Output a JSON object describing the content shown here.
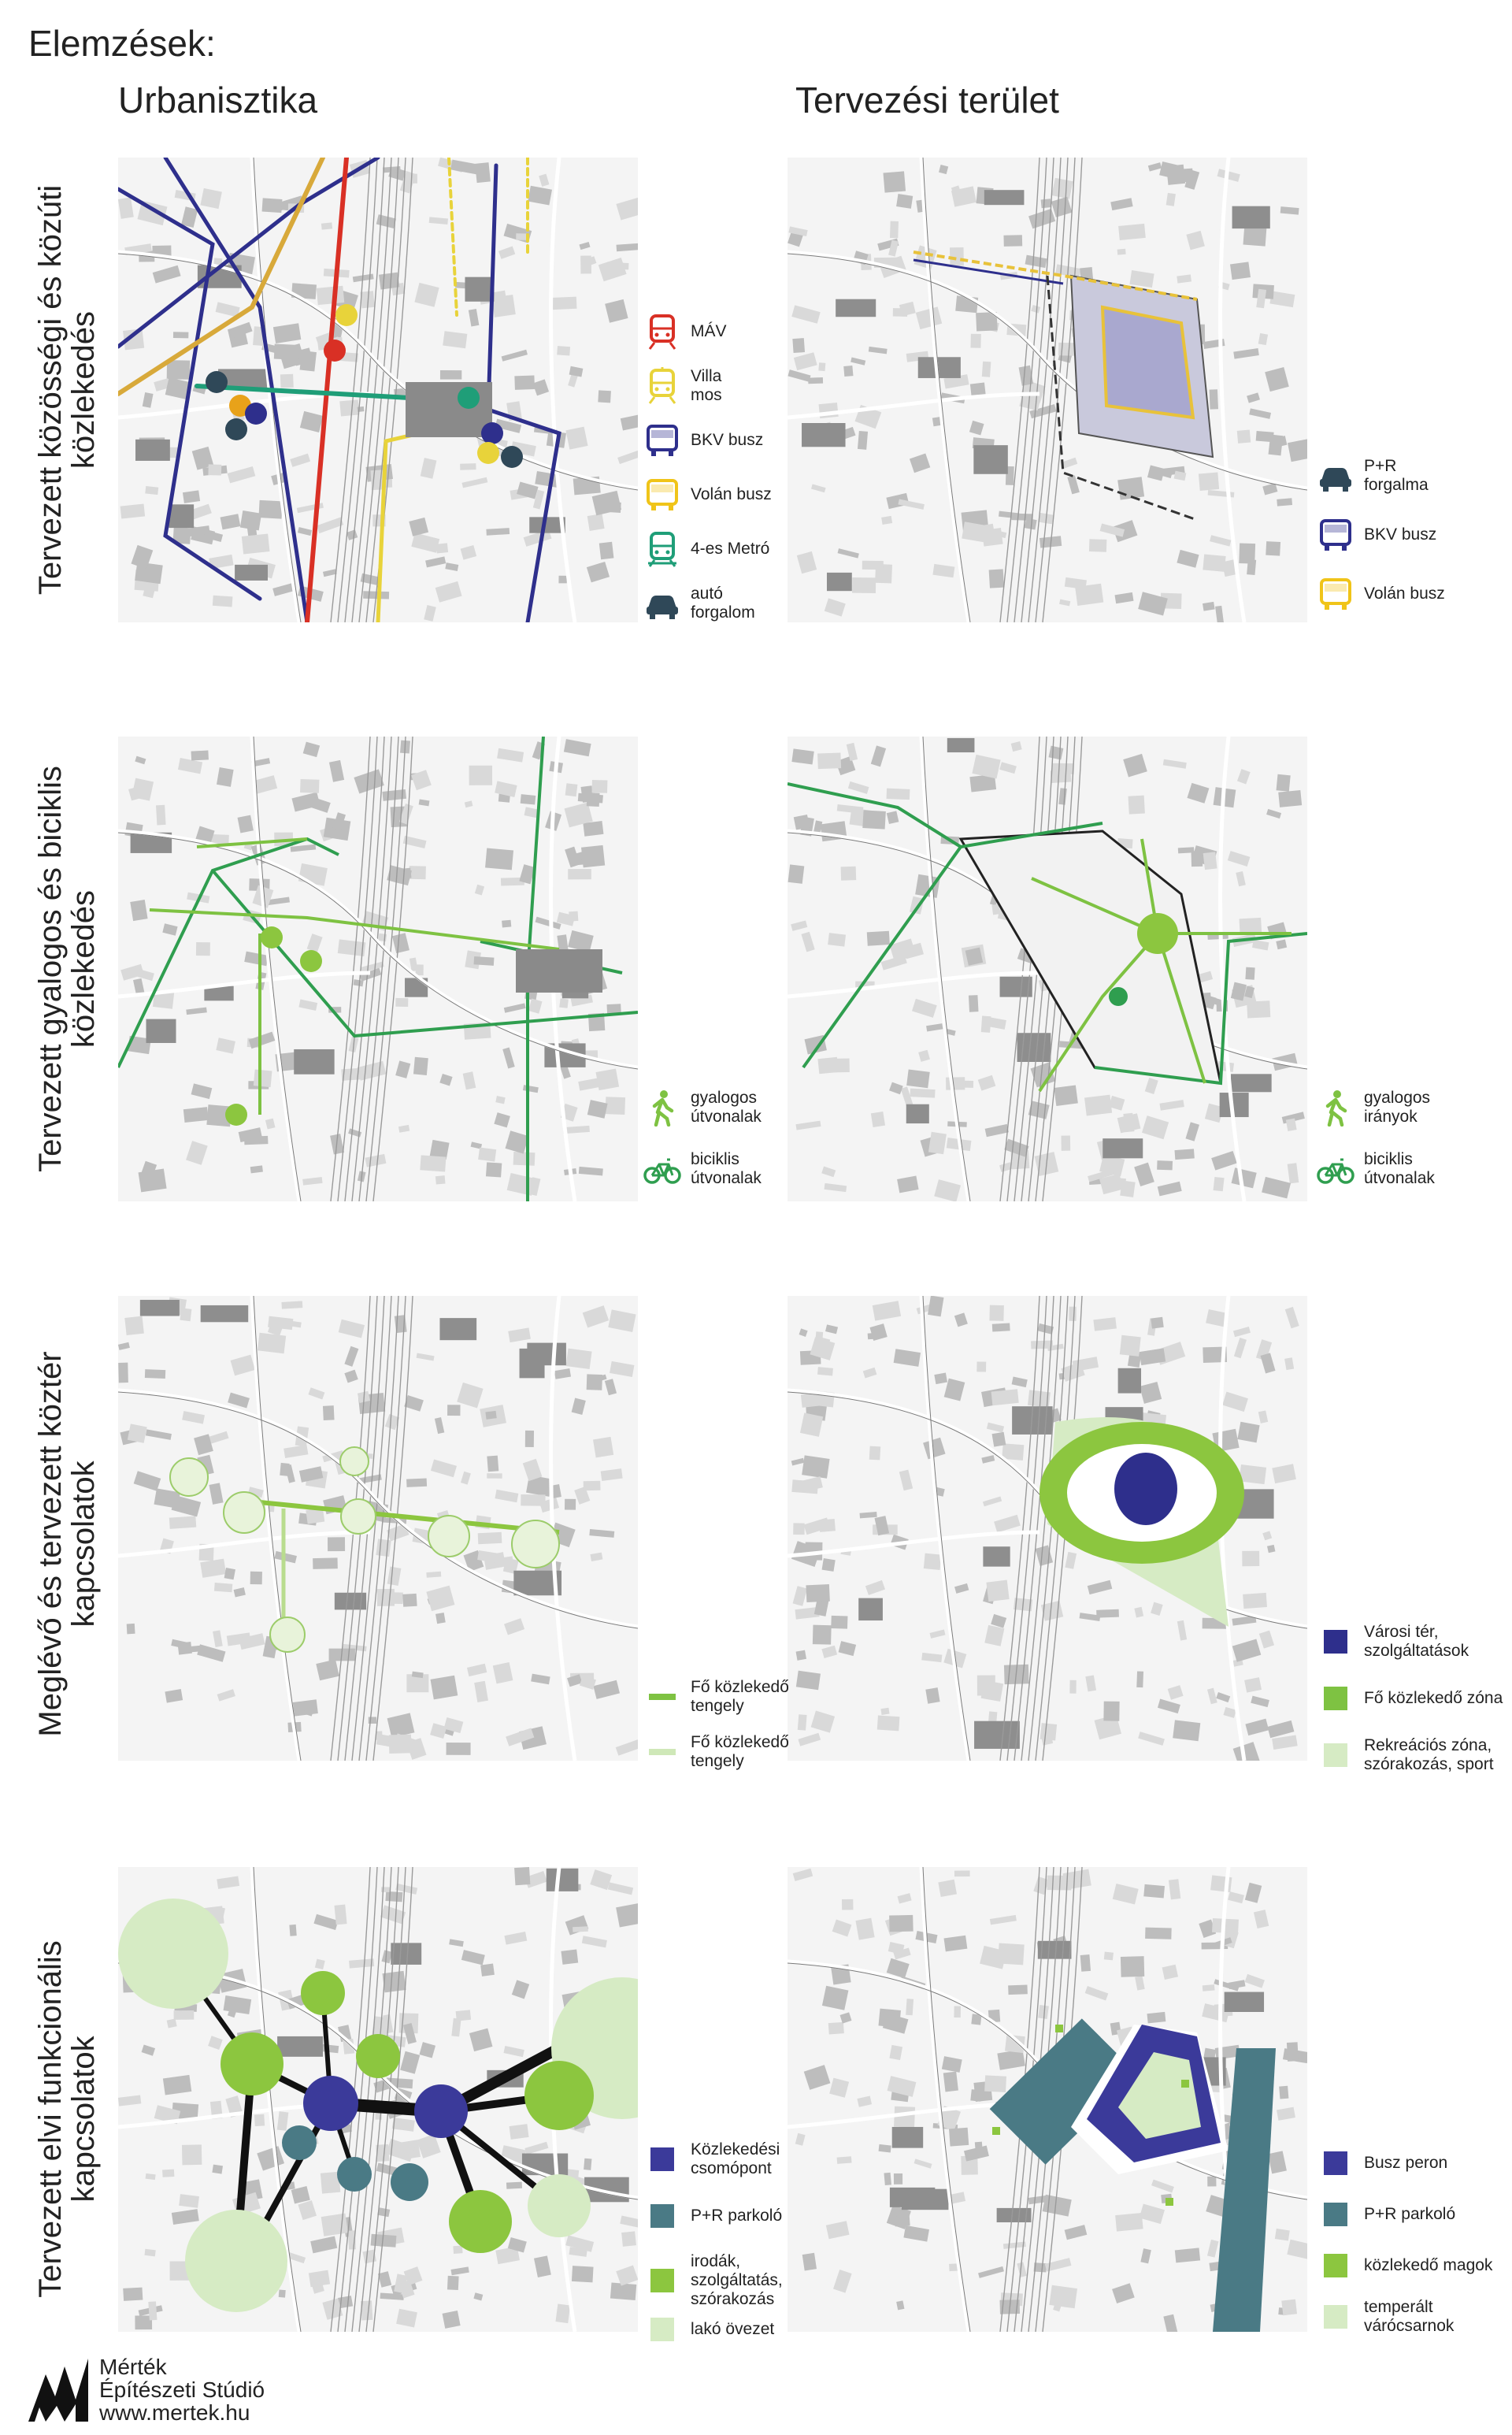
{
  "page_title": "Elemzések:",
  "columns": {
    "left": "Urbanisztika",
    "right": "Tervezési terület"
  },
  "rows": [
    {
      "label_line1": "Tervezett közösségi és közúti",
      "label_line2": "közlekedés"
    },
    {
      "label_line1": "Tervezett gyalogos és biciklis",
      "label_line2": "közlekedés"
    },
    {
      "label_line1": "Meglévő és tervezett köztér",
      "label_line2": "kapcsolatok"
    },
    {
      "label_line1": "Tervezett elvi funkcionális",
      "label_line2": "kapcsolatok"
    }
  ],
  "legends": {
    "row1_left": [
      {
        "icon": "train-icon",
        "color": "#d93025",
        "text": "MÁV"
      },
      {
        "icon": "tram-icon",
        "color": "#e8d33a",
        "text": "Villa\nmos"
      },
      {
        "icon": "bus-icon",
        "color": "#2e2f8c",
        "text": "BKV busz"
      },
      {
        "icon": "bus-icon",
        "color": "#f0c419",
        "text": "Volán busz"
      },
      {
        "icon": "metro-icon",
        "color": "#1f9e78",
        "text": "4-es Metró"
      },
      {
        "icon": "car-icon",
        "color": "#2f4858",
        "text": "autó\nforgalom"
      }
    ],
    "row1_right": [
      {
        "icon": "car-icon",
        "color": "#2f4858",
        "text": "P+R\nforgalma"
      },
      {
        "icon": "bus-icon",
        "color": "#2e2f8c",
        "text": "BKV busz"
      },
      {
        "icon": "bus-icon",
        "color": "#f0c419",
        "text": "Volán busz"
      }
    ],
    "row2_left": [
      {
        "icon": "pedestrian-icon",
        "color": "#7ec242",
        "text": "gyalogos\nútvonalak"
      },
      {
        "icon": "bicycle-icon",
        "color": "#2f9e4f",
        "text": "biciklis\nútvonalak"
      }
    ],
    "row2_right": [
      {
        "icon": "pedestrian-icon",
        "color": "#7ec242",
        "text": "gyalogos\nirányok"
      },
      {
        "icon": "bicycle-icon",
        "color": "#2f9e4f",
        "text": "biciklis\nútvonalak"
      }
    ],
    "row3_left": [
      {
        "icon": "axis-line",
        "color": "#7ec242",
        "text": "Fő közlekedő\ntengely"
      },
      {
        "icon": "axis-line",
        "color": "#cfe8b8",
        "text": "Fő közlekedő\ntengely"
      }
    ],
    "row3_right": [
      {
        "icon": "swatch",
        "color": "#2e2f8c",
        "text": "Városi tér,\nszolgáltatások"
      },
      {
        "icon": "swatch",
        "color": "#7ec242",
        "text": "Fő közlekedő zóna"
      },
      {
        "icon": "swatch",
        "color": "#d6ebc4",
        "text": "Rekreációs zóna,\nszórakozás, sport"
      }
    ],
    "row4_left": [
      {
        "icon": "swatch",
        "color": "#3b3a9a",
        "text": "Közlekedési\ncsomópont"
      },
      {
        "icon": "swatch",
        "color": "#4a7a85",
        "text": "P+R parkoló"
      },
      {
        "icon": "swatch",
        "color": "#8cc63f",
        "text": "irodák,\nszolgáltatás,\nszórakozás"
      },
      {
        "icon": "swatch",
        "color": "#d6ebc4",
        "text": "lakó övezet"
      }
    ],
    "row4_right": [
      {
        "icon": "swatch",
        "color": "#3b3a9a",
        "text": "Busz peron"
      },
      {
        "icon": "swatch",
        "color": "#4a7a85",
        "text": "P+R parkoló"
      },
      {
        "icon": "swatch",
        "color": "#8cc63f",
        "text": "közlekedő magok"
      },
      {
        "icon": "swatch",
        "color": "#d6ebc4",
        "text": "temperált\nvárócsarnok"
      }
    ]
  },
  "footer": {
    "text": "Mérték\nÉpítészeti Stúdió\nwww.mertek.hu"
  }
}
